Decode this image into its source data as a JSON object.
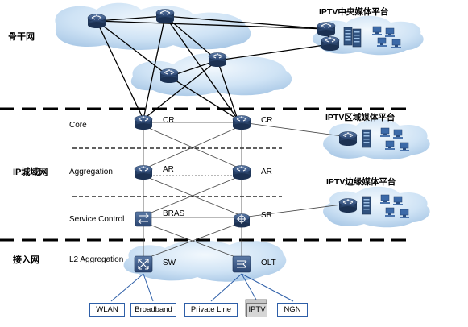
{
  "zones": {
    "backbone": "骨干网",
    "ip_metro": "IP城域网",
    "access": "接入网"
  },
  "layers": {
    "core": "Core",
    "aggregation": "Aggregation",
    "service_control": "Service Control",
    "l2_aggregation": "L2 Aggregation"
  },
  "nodes": {
    "cr_left": "CR",
    "cr_right": "CR",
    "ar_left": "AR",
    "ar_right": "AR",
    "bras": "BRAS",
    "sr": "SR",
    "sw": "SW",
    "olt": "OLT"
  },
  "platforms": {
    "central": "IPTV中央媒体平台",
    "regional": "IPTV区域媒体平台",
    "edge": "IPTV边缘媒体平台"
  },
  "access_services": [
    "WLAN",
    "Broadband",
    "Private Line",
    "IPTV",
    "NGN"
  ],
  "colors": {
    "cloud": "#c9dff3",
    "router": "#2f4a73",
    "link": "#000000",
    "service_box_border": "#2e5fa8"
  }
}
